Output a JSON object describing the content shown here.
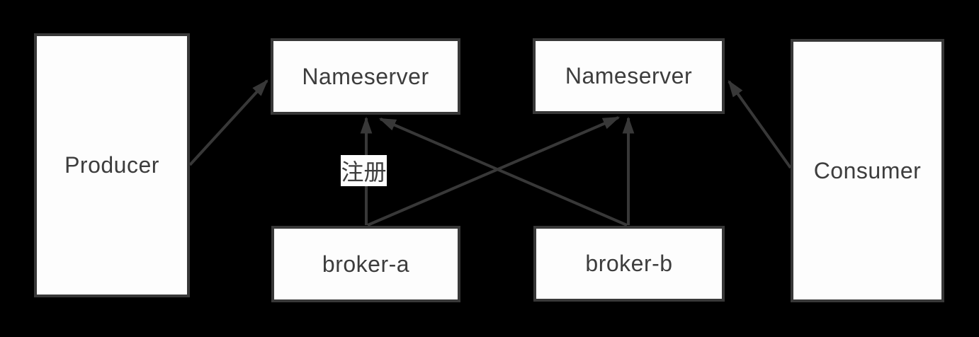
{
  "diagram": {
    "title": "message-queue-nameserver-registration-diagram",
    "nodes": {
      "producer": {
        "label": "Producer"
      },
      "nameserver_1": {
        "label": "Nameserver"
      },
      "nameserver_2": {
        "label": "Nameserver"
      },
      "broker_a": {
        "label": "broker-a"
      },
      "broker_b": {
        "label": "broker-b"
      },
      "consumer": {
        "label": "Consumer"
      }
    },
    "edges": [
      {
        "from": "producer",
        "to": "nameserver_1",
        "label": ""
      },
      {
        "from": "broker_a",
        "to": "nameserver_1",
        "label": "注册"
      },
      {
        "from": "broker_a",
        "to": "nameserver_2",
        "label": ""
      },
      {
        "from": "broker_b",
        "to": "nameserver_2",
        "label": ""
      },
      {
        "from": "broker_b",
        "to": "nameserver_1",
        "label": ""
      },
      {
        "from": "consumer",
        "to": "nameserver_2",
        "label": ""
      }
    ],
    "colors": {
      "background": "#000000",
      "node_fill": "#fdfdfd",
      "node_border": "#383838",
      "line": "#383838",
      "text": "#3d3d3d"
    }
  }
}
